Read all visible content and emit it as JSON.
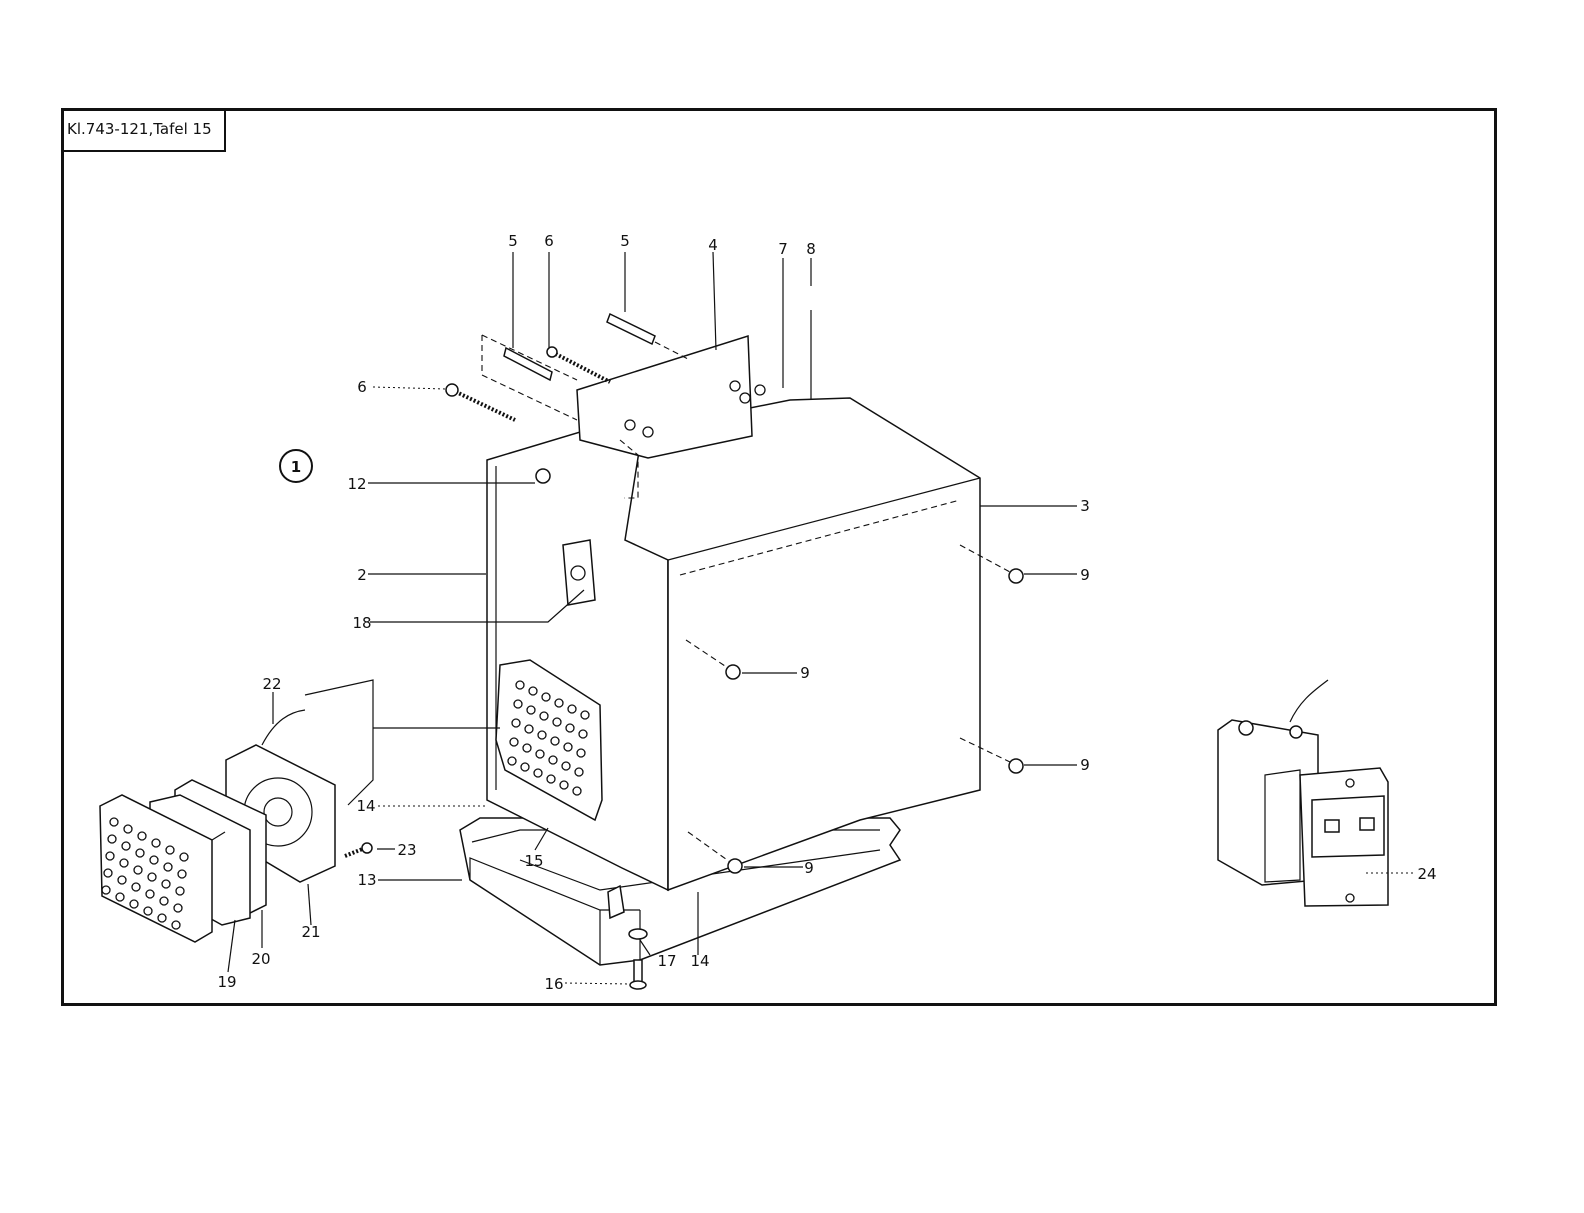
{
  "header": {
    "plate_reference": "Kl.743-121,Tafel 15"
  },
  "figure": {
    "circled_number": "1"
  },
  "callouts": {
    "c2": "2",
    "c3": "3",
    "c4": "4",
    "c5a": "5",
    "c5b": "5",
    "c6a": "6",
    "c6b": "6",
    "c7": "7",
    "c8": "8",
    "c9a": "9",
    "c9b": "9",
    "c9c": "9",
    "c9d": "9",
    "c12": "12",
    "c13": "13",
    "c14a": "14",
    "c14b": "14",
    "c15": "15",
    "c16": "16",
    "c17": "17",
    "c18": "18",
    "c19": "19",
    "c20": "20",
    "c21": "21",
    "c22": "22",
    "c23": "23",
    "c24": "24"
  }
}
